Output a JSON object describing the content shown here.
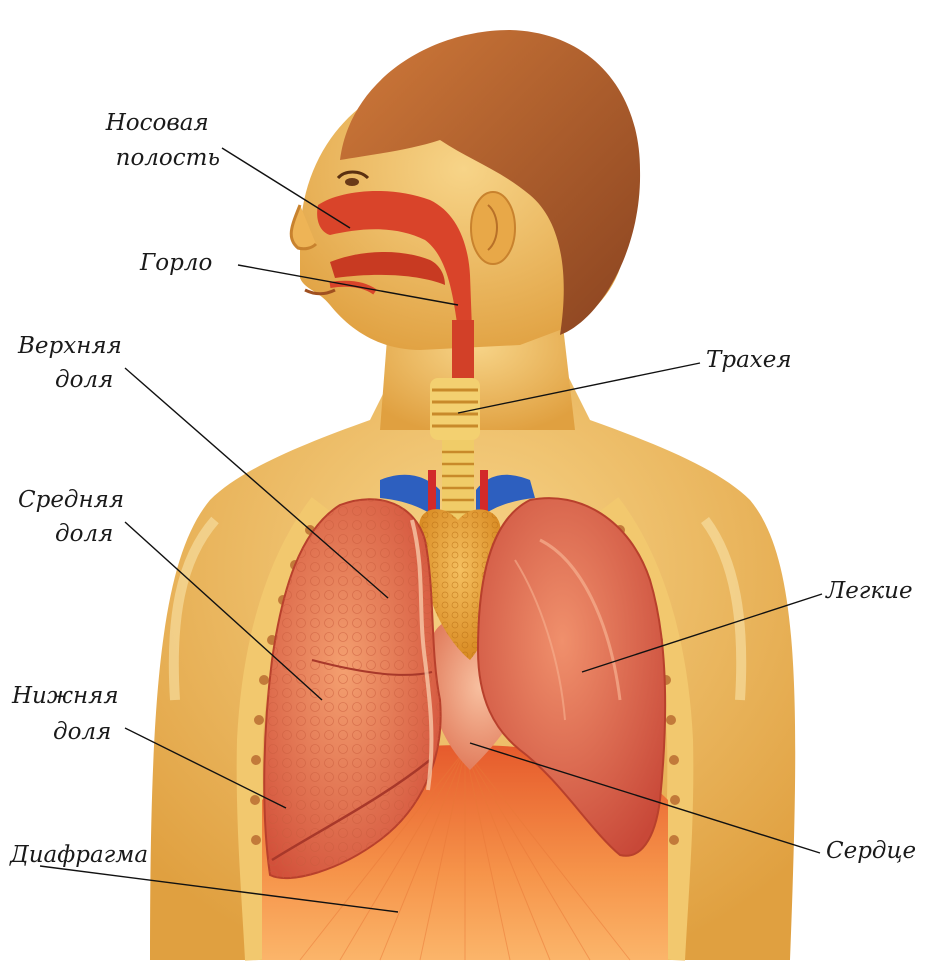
{
  "labels": {
    "nasal_cavity": [
      "Носовая",
      "полость"
    ],
    "throat": "Горло",
    "trachea": "Трахея",
    "upper_lobe": [
      "Верхняя",
      "доля"
    ],
    "middle_lobe": [
      "Средняя",
      "доля"
    ],
    "lungs": "Легкие",
    "lower_lobe": [
      "Нижняя",
      "доля"
    ],
    "heart": "Сердце",
    "diaphragm": "Диафрагма"
  },
  "colors": {
    "skin": "#f0b85a",
    "hair": "#b8612a",
    "airway": "#d9442a",
    "lung": "#e56a4a",
    "lung_left": "#e88058",
    "heart": "#f0a078",
    "thyroid": "#e8a030",
    "vessel_blue": "#2d5fbf",
    "diaphragm": "#f07838"
  }
}
